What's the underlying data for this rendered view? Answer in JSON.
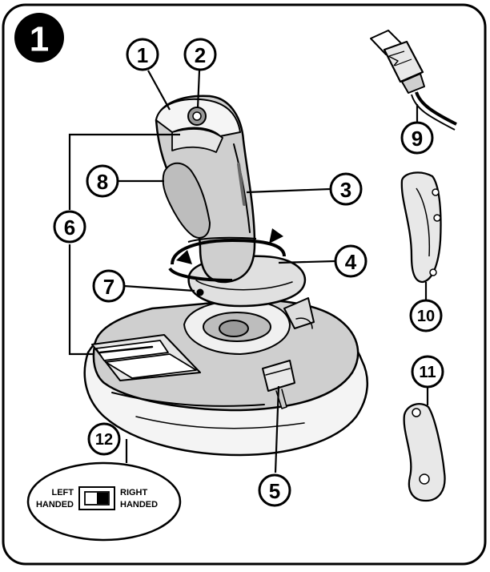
{
  "figure_number": "1",
  "callouts": [
    "1",
    "2",
    "3",
    "4",
    "5",
    "6",
    "7",
    "8",
    "9",
    "10",
    "11",
    "12"
  ],
  "switch": {
    "left_line1": "LEFT",
    "left_line2": "HANDED",
    "right_line1": "RIGHT",
    "right_line2": "HANDED"
  }
}
